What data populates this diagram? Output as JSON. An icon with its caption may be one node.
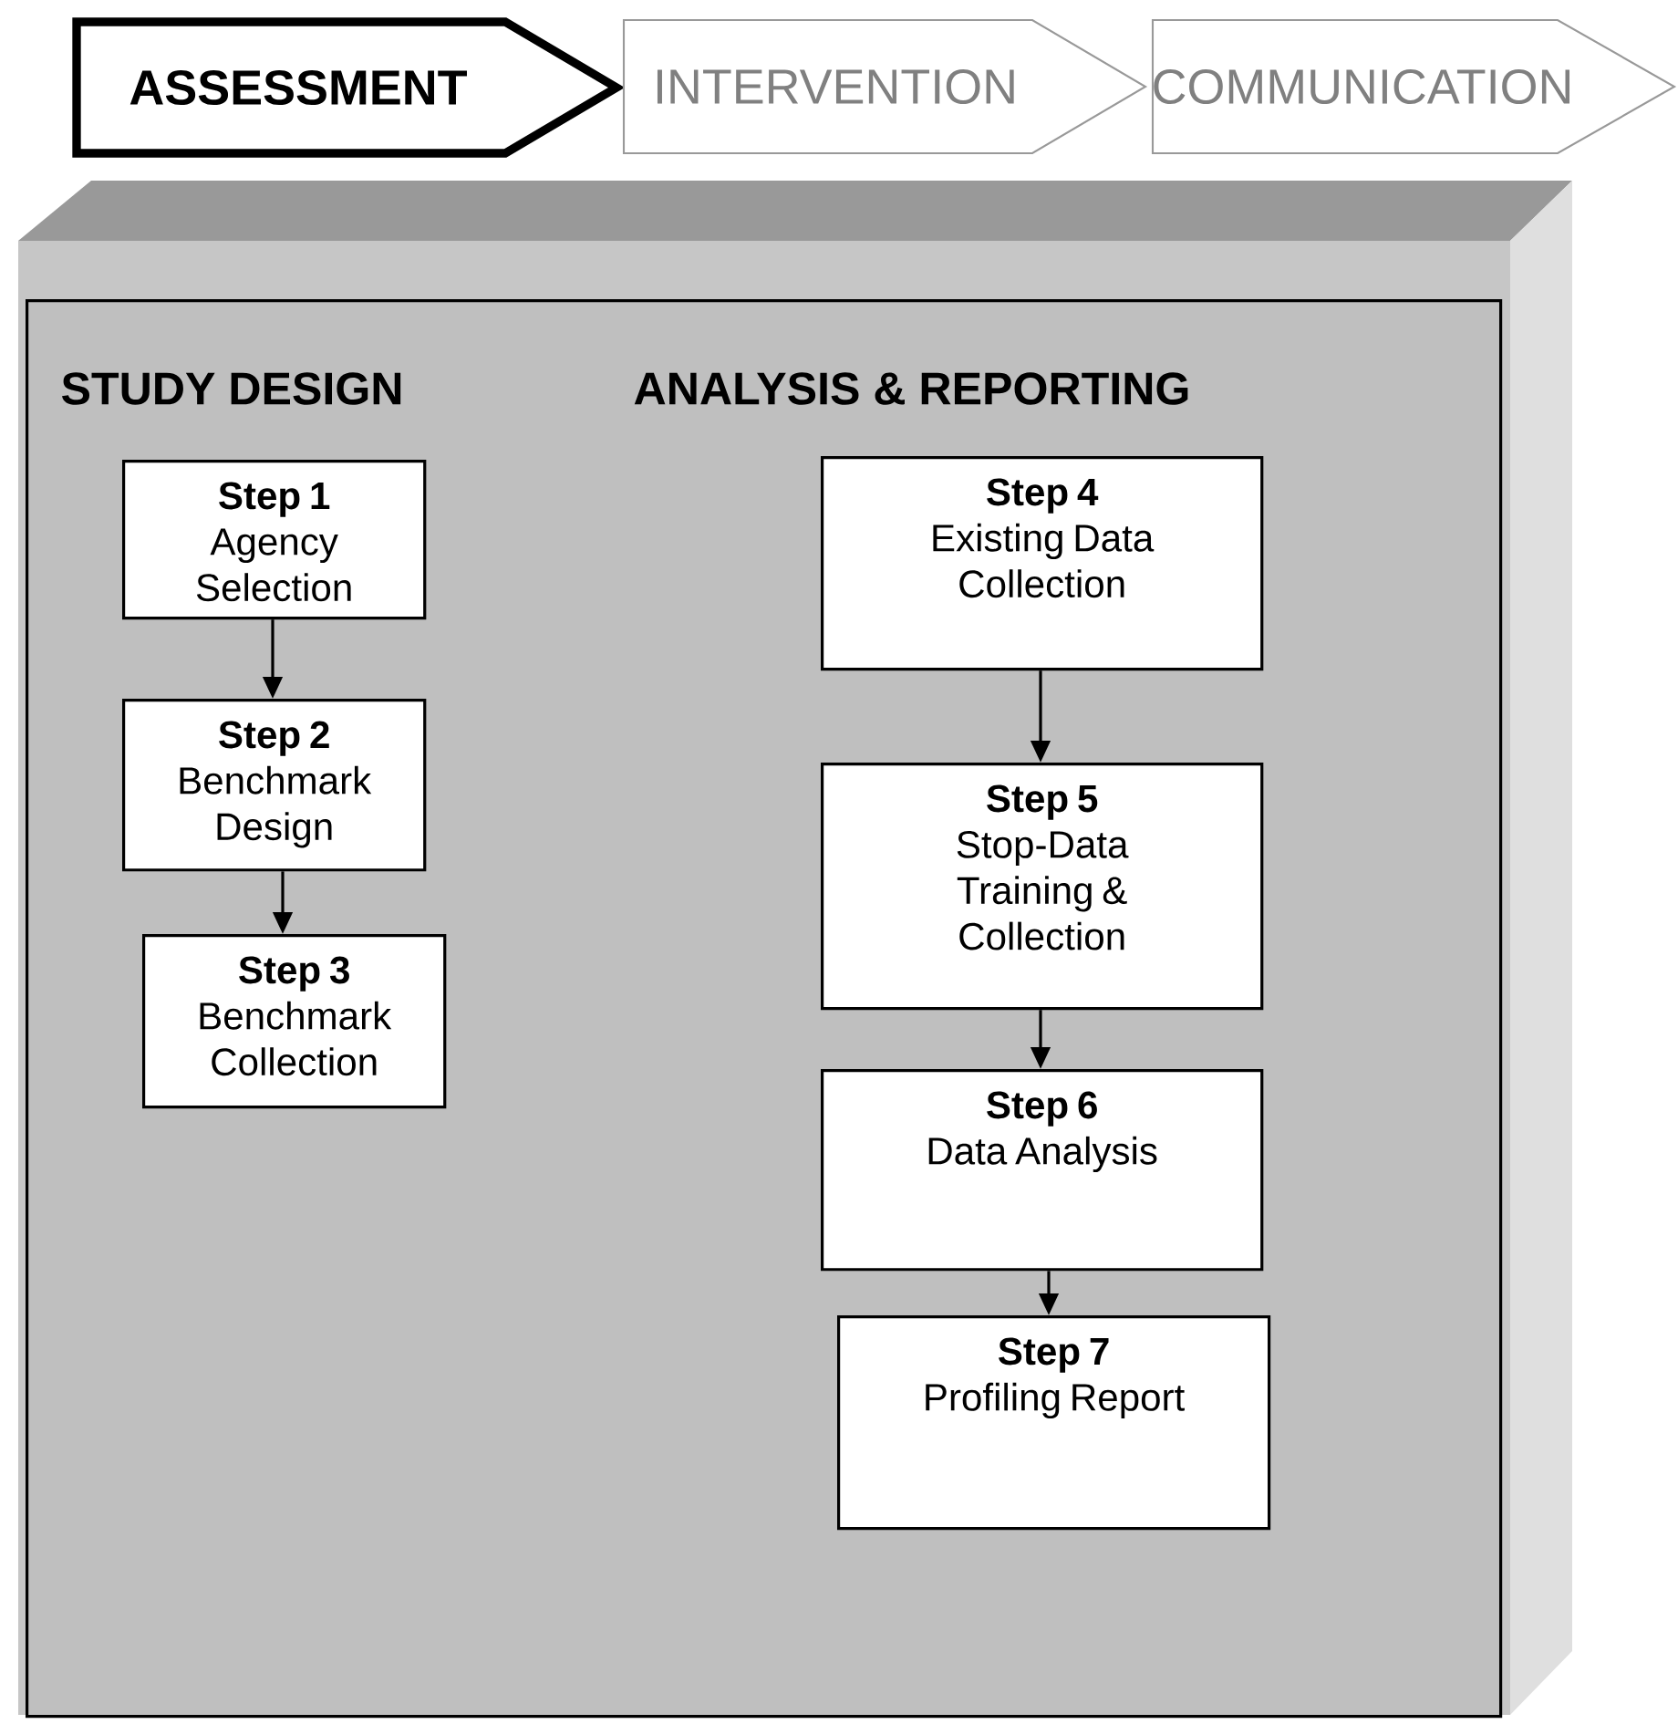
{
  "diagram": {
    "nodes": [
      {
        "text": [
          "ASSESSMENT"
        ]
      },
      {
        "text": [
          "INTERVENTION"
        ]
      },
      {
        "text": [
          "COMMUNICATION"
        ]
      },
      {
        "text": [
          "STUDY DESIGN",
          "ANALYSIS & REPORTING"
        ]
      },
      {
        "text": [
          "Step 1",
          "Agency Selection"
        ],
        "in": 3
      },
      {
        "text": [
          "Step 2",
          "Benchmark Design"
        ],
        "in": 3
      },
      {
        "text": [
          "Step 3",
          "Benchmark Collection"
        ],
        "in": 3
      },
      {
        "text": [
          "Step 4",
          "Existing Data Collection"
        ],
        "in": 3
      },
      {
        "text": [
          "Step 5",
          "Stop-Data Training & Collection"
        ],
        "in": 3
      },
      {
        "text": [
          "Step 6",
          "Data Analysis"
        ],
        "in": 3
      },
      {
        "text": [
          "Step 7",
          "Profiling Report"
        ],
        "in": 3
      }
    ],
    "edges": [
      {
        "from": 4,
        "to": 5,
        "arrow": "to"
      },
      {
        "from": 5,
        "to": 6,
        "arrow": "to"
      },
      {
        "from": 7,
        "to": 8,
        "arrow": "to"
      },
      {
        "from": 8,
        "to": 9,
        "arrow": "to"
      },
      {
        "from": 9,
        "to": 10,
        "arrow": "to"
      }
    ]
  }
}
